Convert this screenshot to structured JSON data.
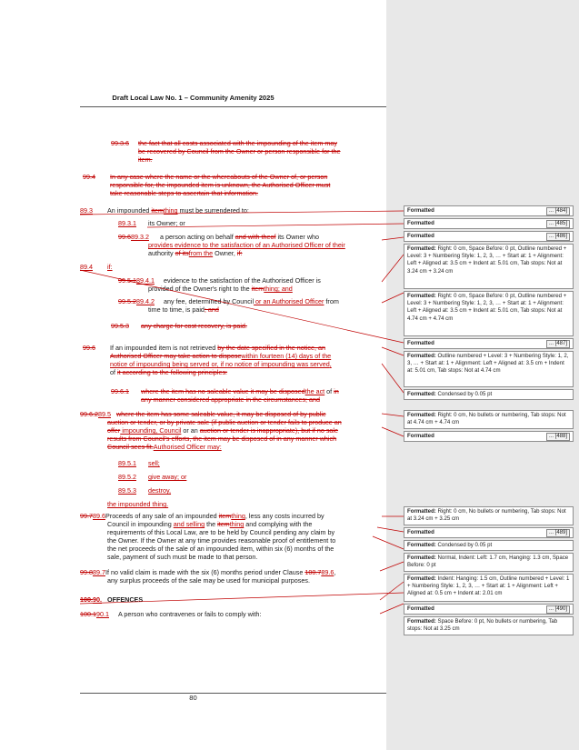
{
  "header": {
    "title": "Draft Local Law No. 1 – Community Amenity 2025"
  },
  "page_number": "80",
  "body": {
    "p1": {
      "num": "99.3.6",
      "text_l1": "the fact that all costs associated with the impounding of the item may",
      "text_l2": "be recovered by Council from the Owner or person responsible for the",
      "text_l3": "item."
    },
    "p2": {
      "num": "99.4",
      "text_l1": "In any case where the name or the whereabouts of the Owner of, or person",
      "text_l2": "responsible for, the impounded item is unknown, the Authorised Officer must",
      "text_l3": "take reasonable steps to ascertain that information."
    },
    "p3": {
      "num": "89.3",
      "a": "An impounded ",
      "d1": "item",
      "i1": "thing",
      "b": " must be surrendered to:"
    },
    "p4": {
      "num": "89.3.1",
      "text": "its Owner; or"
    },
    "p5": {
      "num_del": "99.6",
      "num_ins": "89.3.2",
      "a": "a person acting on behalf ",
      "d1": "and with theof",
      "b": " its Owner who",
      "l2": "provides evidence to the satisfaction of an Authorised Officer of their",
      "l3a": "authority ",
      "d2": "of its",
      "i2": "from the",
      "l3b": " Owner, ",
      "d3": "if:"
    },
    "p6": {
      "num": "89.4",
      "text": "if:"
    },
    "p7": {
      "num_del": "99.5.1",
      "num_ins": "89.4.1",
      "l1": "evidence to the satisfaction of the Authorised Officer is",
      "l2a": "provided of the Owner's right to the ",
      "d1": "item",
      "i1": "thing; and"
    },
    "p8": {
      "num_del": "99.5.2",
      "num_ins": "89.4.2",
      "a": "any fee, determined by Council",
      "i1": " or an Authorised Officer",
      "b": " from",
      "l2a": "time to time, is paid",
      "d1": "; and"
    },
    "p9": {
      "num": "99.5.3",
      "text": "any charge for cost recovery, is paid."
    },
    "p10": {
      "num": "99.6",
      "a": "If an impounded item is not retrieved ",
      "d1": "by the date specified in the notice, an",
      "l2d": "Authorised Officer may take action to dispose",
      "l2i": "within fourteen (14) days of the",
      "l3i": "notice of impounding being served or, if no notice of impounding was served",
      "l3b": ",",
      "l4a": "of ",
      "l4d": "it according to the following principles:"
    },
    "p11": {
      "num": "99.6.1",
      "l1d": "where the item has no saleable value it may be disposed",
      "l1i": "the act",
      "l1b": " of ",
      "l1d2": "in",
      "l2d": "any manner considered appropriate in the circumstances; and"
    },
    "p12": {
      "num_del": "99.6.2",
      "num_ins": "89.5",
      "l1": "where the item has some saleable value, it may be disposed of by public",
      "l2": "auction or tender, or by private sale (if public auction or tender fails to produce an",
      "l3d": "offer",
      "l3i": " impounding, Council",
      "l3b": " or an ",
      "l3d2": "auction or tender is inappropriate), but if no sale",
      "l4": "results from Council's efforts, the item may be disposed of in any manner which",
      "l5d": "Council sees fit.",
      "l5i": "Authorised Officer may:"
    },
    "p13": {
      "num": "89.5.1",
      "text": "sell;"
    },
    "p14": {
      "num": "89.5.2",
      "text": "give away; or"
    },
    "p15": {
      "num": "89.5.3",
      "text": "destroy,"
    },
    "p16": {
      "text": "the impounded thing."
    },
    "p17": {
      "num_del": "99.7",
      "num_ins": "89.6",
      "a": "Proceeds of any sale of an impounded ",
      "d1": "item",
      "i1": "thing",
      "b": ", less any costs incurred by",
      "l2a": "Council in impounding ",
      "l2i": "and selling",
      "l2b": " the ",
      "l2d": "item",
      "l2i2": "thing",
      "l2c": " and complying with the",
      "l3": "requirements of this Local Law, are to be held by Council pending any claim by",
      "l4": "the Owner. If the Owner at any time provides reasonable proof of entitlement to",
      "l5": "the net proceeds of the sale of an impounded item, within six (6) months of the",
      "l6": "sale, payment of such must be made to that person."
    },
    "p18": {
      "num_del": "99.8",
      "num_ins": "89.7",
      "a": "If no valid claim is made with the six (6) months period under Clause ",
      "d1": "100.7",
      "i1": "89.6",
      "b": ",",
      "l2": "any surplus proceeds of the sale may be used for municipal purposes."
    },
    "p19": {
      "num_del": "100.",
      "num_ins": "90.",
      "text": "OFFENCES"
    },
    "p20": {
      "num_del": "100.1",
      "num_ins": "90.1",
      "text": "A person who contravenes or fails to comply with:"
    }
  },
  "comments": [
    {
      "title": "Formatted",
      "detail": "",
      "tag": "... [484]"
    },
    {
      "title": "Formatted",
      "detail": "",
      "tag": "... [485]"
    },
    {
      "title": "Formatted",
      "detail": "",
      "tag": "... [486]"
    },
    {
      "title": "Formatted:",
      "detail": "Right: 0 cm, Space Before: 0 pt, Outline numbered + Level: 3 + Numbering Style: 1, 2, 3, … + Start at: 1 + Alignment: Left + Aligned at: 3.5 cm + Indent at: 5.01 cm, Tab stops: Not at 3.24 cm + 3.24 cm",
      "tag": ""
    },
    {
      "title": "Formatted:",
      "detail": "Right: 0 cm, Space Before: 0 pt, Outline numbered + Level: 3 + Numbering Style: 1, 2, 3, … + Start at: 1 + Alignment: Left + Aligned at: 3.5 cm + Indent at: 5.01 cm, Tab stops: Not at 4.74 cm + 4.74 cm",
      "tag": ""
    },
    {
      "title": "Formatted",
      "detail": "",
      "tag": "... [487]"
    },
    {
      "title": "Formatted:",
      "detail": "Outline numbered + Level: 3 + Numbering Style: 1, 2, 3, … + Start at: 1 + Alignment: Left + Aligned at: 3.5 cm + Indent at: 5.01 cm, Tab stops: Not at 4.74 cm",
      "tag": ""
    },
    {
      "title": "Formatted:",
      "detail": "Condensed by 0.05 pt",
      "tag": ""
    },
    {
      "title": "Formatted:",
      "detail": "Right: 0 cm, No bullets or numbering, Tab stops: Not at 4.74 cm + 4.74 cm",
      "tag": ""
    },
    {
      "title": "Formatted",
      "detail": "",
      "tag": "... [488]"
    },
    {
      "title": "Formatted:",
      "detail": "Right: 0 cm, No bullets or numbering, Tab stops: Not at 3.24 cm + 3.25 cm",
      "tag": ""
    },
    {
      "title": "Formatted",
      "detail": "",
      "tag": "... [489]"
    },
    {
      "title": "Formatted:",
      "detail": "Condensed by 0.05 pt",
      "tag": ""
    },
    {
      "title": "Formatted:",
      "detail": "Normal, Indent: Left: 1.7 cm, Hanging: 1.3 cm, Space Before: 0 pt",
      "tag": ""
    },
    {
      "title": "Formatted:",
      "detail": "Indent: Hanging: 1.5 cm, Outline numbered + Level: 1 + Numbering Style: 1, 2, 3, … + Start at: 1 + Alignment: Left + Aligned at: 0.5 cm + Indent at: 2.01 cm",
      "tag": ""
    },
    {
      "title": "Formatted",
      "detail": "",
      "tag": "... [490]"
    },
    {
      "title": "Formatted:",
      "detail": "Space Before: 0 pt, No bullets or numbering, Tab stops: Not at 3.25 cm",
      "tag": ""
    }
  ]
}
